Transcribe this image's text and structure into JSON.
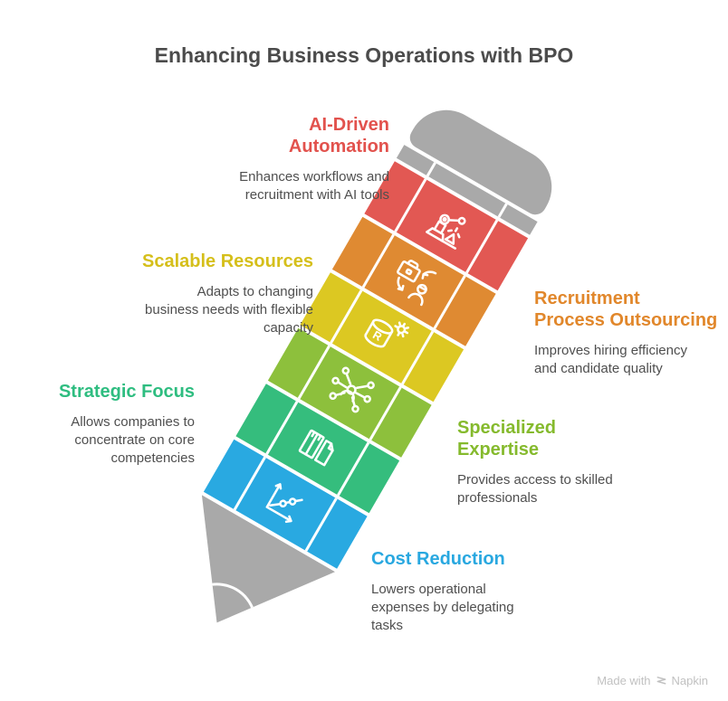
{
  "title": "Enhancing Business Operations with BPO",
  "labels": {
    "ai": {
      "heading": "AI-Driven\nAutomation",
      "description": "Enhances workflows and\nrecruitment with AI tools",
      "color": "#E2524D"
    },
    "scalable": {
      "heading": "Scalable Resources",
      "description": "Adapts to changing\nbusiness needs with flexible\ncapacity",
      "color": "#D5BF1B"
    },
    "strategic": {
      "heading": "Strategic Focus",
      "description": "Allows companies to\nconcentrate on core\ncompetencies",
      "color": "#2EBD80"
    },
    "recruitment": {
      "heading": "Recruitment\nProcess Outsourcing",
      "description": "Improves hiring efficiency\nand candidate quality",
      "color": "#E1872B"
    },
    "specialized": {
      "heading": "Specialized\nExpertise",
      "description": "Provides access to skilled\nprofessionals",
      "color": "#85BA2D"
    },
    "cost": {
      "heading": "Cost Reduction",
      "description": "Lowers operational\nexpenses by delegating\ntasks",
      "color": "#29A8E0"
    }
  },
  "pencil": {
    "eraser_color": "#A9A9A9",
    "tip_color": "#A9A9A9",
    "segments": [
      {
        "name": "AI-Driven Automation",
        "icon": "robot-arm-icon",
        "color": "#E25853"
      },
      {
        "name": "Recruitment Process Outsourcing",
        "icon": "briefcase-exchange-icon",
        "color": "#DF8A32"
      },
      {
        "name": "Scalable Resources",
        "icon": "database-icon",
        "color": "#DCC822"
      },
      {
        "name": "Specialized Expertise",
        "icon": "person-network-icon",
        "color": "#8DC03C"
      },
      {
        "name": "Strategic Focus",
        "icon": "books-icon",
        "color": "#35BD7D"
      },
      {
        "name": "Cost Reduction",
        "icon": "chart-icon",
        "color": "#29A9E1"
      }
    ]
  },
  "watermark": {
    "text": "Made with",
    "brand": "Napkin"
  }
}
